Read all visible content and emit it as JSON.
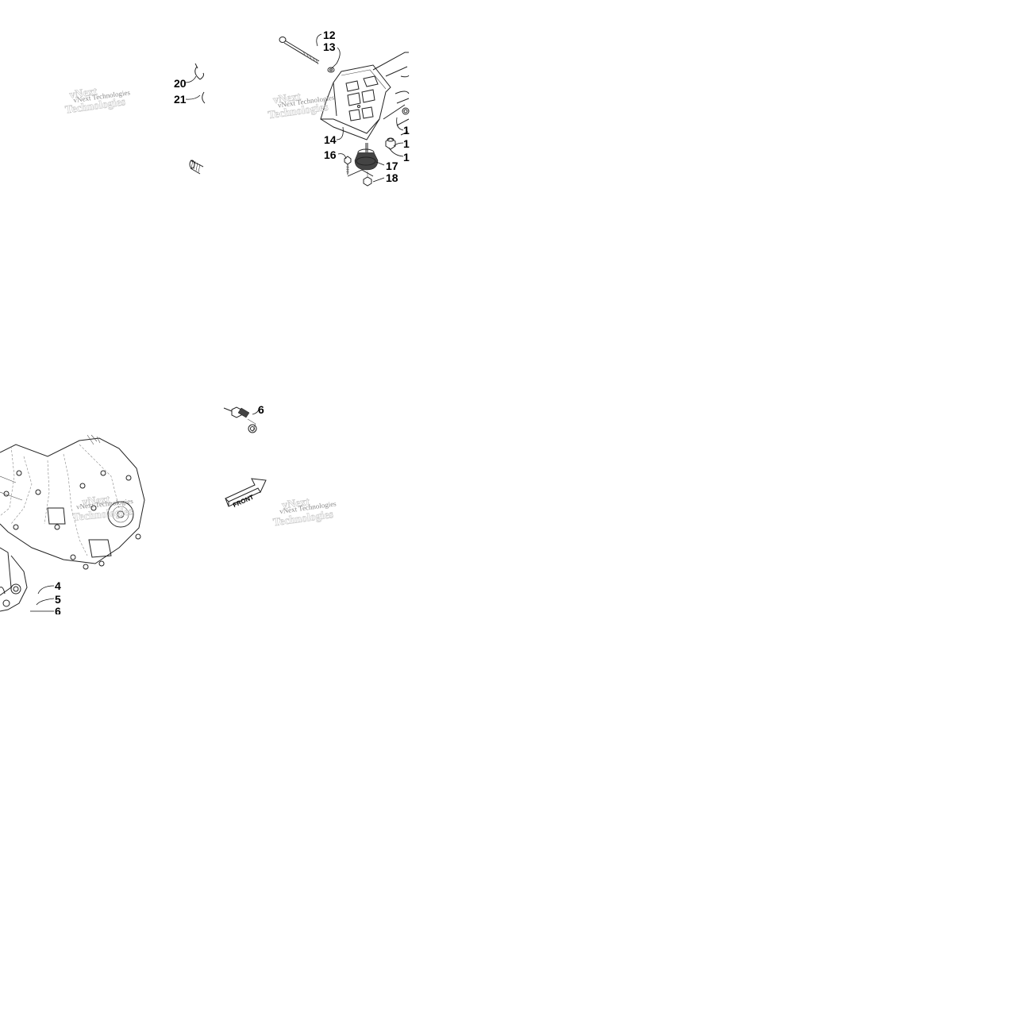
{
  "callouts": [
    {
      "id": "c12",
      "label": "12"
    },
    {
      "id": "c13",
      "label": "13"
    },
    {
      "id": "c20",
      "label": "20"
    },
    {
      "id": "c21",
      "label": "21"
    },
    {
      "id": "c14",
      "label": "14"
    },
    {
      "id": "c16",
      "label": "16"
    },
    {
      "id": "c17",
      "label": "17"
    },
    {
      "id": "c18",
      "label": "18"
    },
    {
      "id": "c1a",
      "label": "1"
    },
    {
      "id": "c1b",
      "label": "1"
    },
    {
      "id": "c1c",
      "label": "1"
    },
    {
      "id": "c6top",
      "label": "6"
    },
    {
      "id": "c4",
      "label": "4"
    },
    {
      "id": "c5",
      "label": "5"
    },
    {
      "id": "c6",
      "label": "6"
    }
  ],
  "watermarks": [
    {
      "id": "wm1",
      "text": "vNext Technologies"
    },
    {
      "id": "wm2",
      "text": "vNext Technologies"
    },
    {
      "id": "wm3",
      "text": "vNext Technologies"
    },
    {
      "id": "wm4",
      "text": "vNext Technologies"
    }
  ],
  "front_arrow": {
    "label": "FRONT"
  }
}
